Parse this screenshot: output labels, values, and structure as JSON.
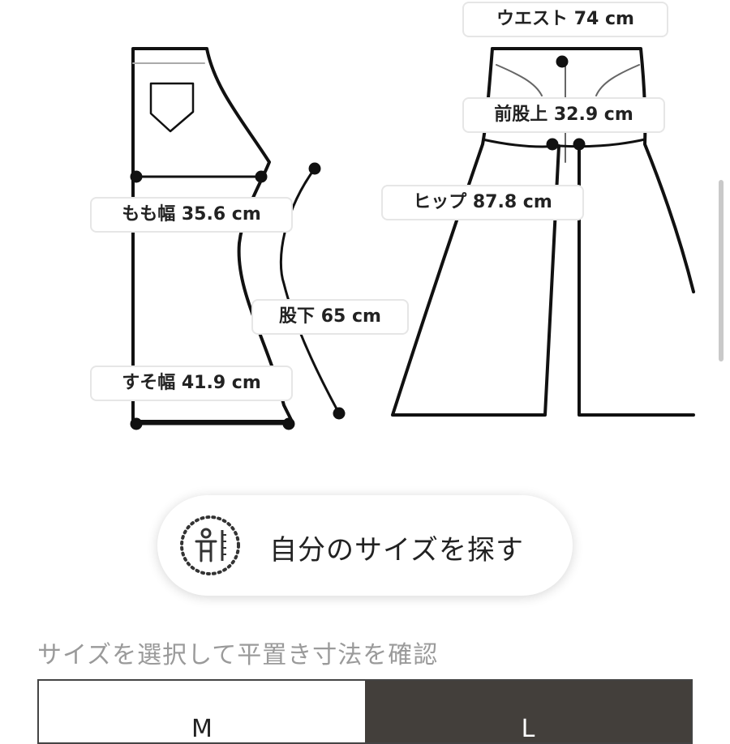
{
  "measurements": {
    "waist": "ウエスト 74 cm",
    "front_rise": "前股上 32.9 cm",
    "thigh": "もも幅 35.6 cm",
    "hip": "ヒップ 87.8 cm",
    "inseam": "股下 65 cm",
    "hem": "すそ幅 41.9 cm"
  },
  "find_size_button": {
    "label": "自分のサイズを探す",
    "icon": "body-measure-icon"
  },
  "size_section": {
    "title": "サイズを選択して平置き寸法を確認",
    "tabs": [
      {
        "label": "M",
        "selected": false
      },
      {
        "label": "L",
        "selected": true
      }
    ]
  },
  "colors": {
    "selected_tab": "#433f3b",
    "line": "#111111",
    "muted_text": "#9a9a9a"
  }
}
